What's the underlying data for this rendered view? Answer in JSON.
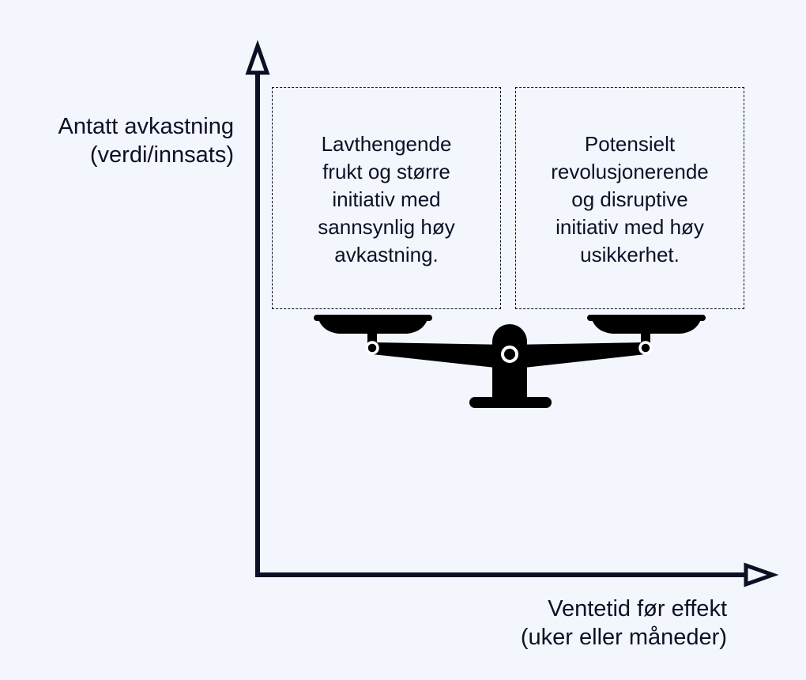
{
  "y_axis": {
    "line1": "Antatt avkastning",
    "line2": "(verdi/innsats)"
  },
  "x_axis": {
    "line1": "Ventetid før effekt",
    "line2": "(uker eller måneder)"
  },
  "boxes": {
    "left": "Lavthengende\nfrukt og større\ninitiativ med\nsannsynlig høy\navkastning.",
    "right": "Potensielt\nrevolusjonerende\nog disruptive\ninitiativ med høy\nusikkerhet."
  },
  "icons": {
    "balance": "balance-scale-icon"
  },
  "colors": {
    "ink": "#0c1024",
    "background": "#f3f6fd"
  }
}
